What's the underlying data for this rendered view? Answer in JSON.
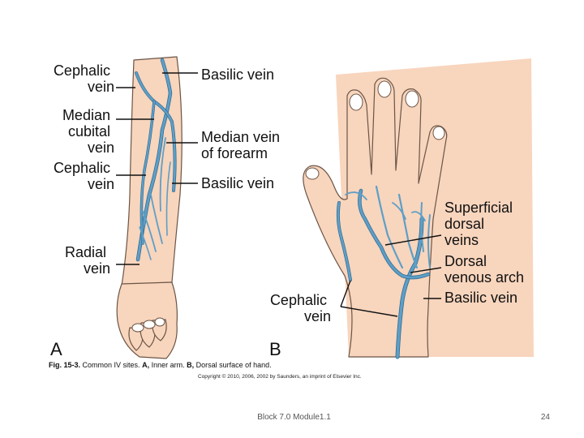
{
  "figure": {
    "panel_a": {
      "letter": "A",
      "labels": {
        "cephalic_top": [
          "Cephalic",
          "vein"
        ],
        "median_cubital": [
          "Median",
          "cubital",
          "vein"
        ],
        "cephalic_mid": [
          "Cephalic",
          "vein"
        ],
        "radial": [
          "Radial",
          "vein"
        ],
        "basilic_top": "Basilic vein",
        "median_forearm": [
          "Median vein",
          "of forearm"
        ],
        "basilic_mid": "Basilic vein"
      }
    },
    "panel_b": {
      "letter": "B",
      "labels": {
        "superficial_dorsal": [
          "Superficial",
          "dorsal",
          "veins"
        ],
        "dorsal_arch": [
          "Dorsal",
          "venous arch"
        ],
        "basilic": "Basilic vein",
        "cephalic": [
          "Cephalic",
          "vein"
        ]
      }
    },
    "caption": {
      "figure_number": "Fig. 15-3.",
      "text_plain": "Common IV sites.",
      "a_bold": "A,",
      "a_text": "Inner arm.",
      "b_bold": "B,",
      "b_text": "Dorsal surface of hand."
    },
    "copyright": "Copyright © 2010, 2006, 2002 by Saunders, an imprint of Elsevier Inc."
  },
  "footer": {
    "center": "Block 7.0   Module1.1",
    "page_number": "24"
  },
  "colors": {
    "skin": "#f8d5bd",
    "vein": "#5e9fc7",
    "outline": "#6b5546"
  }
}
